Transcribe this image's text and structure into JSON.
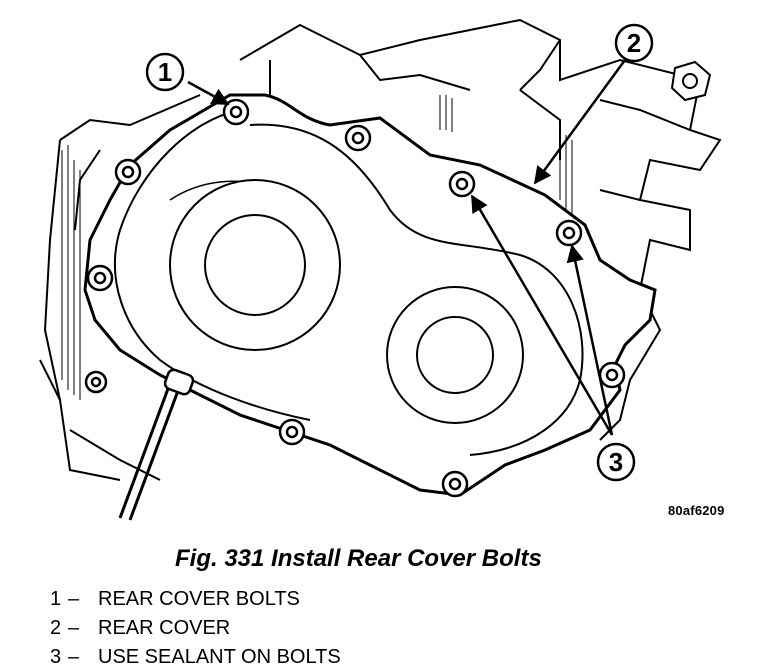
{
  "figure": {
    "callouts": [
      {
        "number": "1"
      },
      {
        "number": "2"
      },
      {
        "number": "3"
      }
    ],
    "ref_code": "80af6209"
  },
  "caption": "Fig. 331 Install Rear Cover Bolts",
  "legend": [
    {
      "num": "1",
      "dash": "–",
      "text": "REAR COVER BOLTS"
    },
    {
      "num": "2",
      "dash": "–",
      "text": "REAR COVER"
    },
    {
      "num": "3",
      "dash": "–",
      "text": "USE SEALANT ON BOLTS"
    }
  ]
}
